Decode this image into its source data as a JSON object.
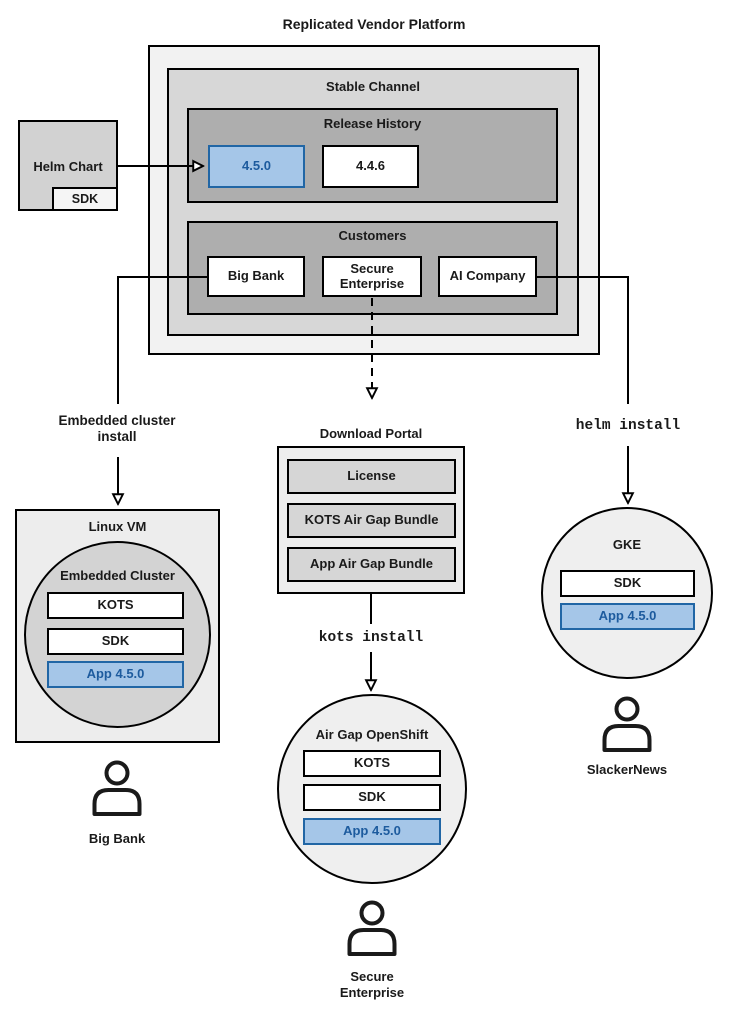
{
  "diagram_title": "Replicated Vendor Platform",
  "platform": {
    "stable_channel": {
      "title": "Stable Channel",
      "release_history": {
        "title": "Release History",
        "releases": [
          {
            "version": "4.5.0",
            "highlighted": true
          },
          {
            "version": "4.4.6",
            "highlighted": false
          }
        ]
      },
      "customers": {
        "title": "Customers",
        "items": [
          "Big Bank",
          "Secure Enterprise",
          "AI Company"
        ]
      }
    }
  },
  "helm_chart": {
    "title": "Helm Chart",
    "sdk": "SDK"
  },
  "paths": {
    "embedded": {
      "arrow_label": "Embedded cluster\ninstall",
      "vm_title": "Linux VM",
      "cluster_title": "Embedded Cluster",
      "components": [
        {
          "label": "KOTS",
          "highlighted": false
        },
        {
          "label": "SDK",
          "highlighted": false
        },
        {
          "label": "App 4.5.0",
          "highlighted": true
        }
      ],
      "user": "Big Bank"
    },
    "airgap": {
      "portal_title": "Download Portal",
      "portal_items": [
        "License",
        "KOTS Air Gap Bundle",
        "App Air Gap Bundle"
      ],
      "command": "kots install",
      "cluster_title": "Air Gap OpenShift",
      "components": [
        {
          "label": "KOTS",
          "highlighted": false
        },
        {
          "label": "SDK",
          "highlighted": false
        },
        {
          "label": "App 4.5.0",
          "highlighted": true
        }
      ],
      "user": "Secure\nEnterprise"
    },
    "helm": {
      "command": "helm install",
      "cluster_title": "GKE",
      "components": [
        {
          "label": "SDK",
          "highlighted": false
        },
        {
          "label": "App 4.5.0",
          "highlighted": true
        }
      ],
      "user": "SlackerNews"
    }
  },
  "colors": {
    "outer_fill": "#f2f2f2",
    "channel_fill": "#d7d7d7",
    "group_fill": "#aeaeae",
    "white_fill": "#ffffff",
    "panel_fill": "#ededed",
    "panel_item_fill": "#d6d6d6",
    "circle_fill": "#efefef",
    "cluster_circle_fill": "#d3d3d3",
    "helm_fill": "#d2d2d2",
    "helm_sdk_fill": "#f5f5f5",
    "highlight_fill": "#a5c6e8",
    "highlight_border": "#2166a5",
    "highlight_text": "#1d5b9e",
    "line_color": "#000000",
    "text_color": "#1a1a1a"
  }
}
